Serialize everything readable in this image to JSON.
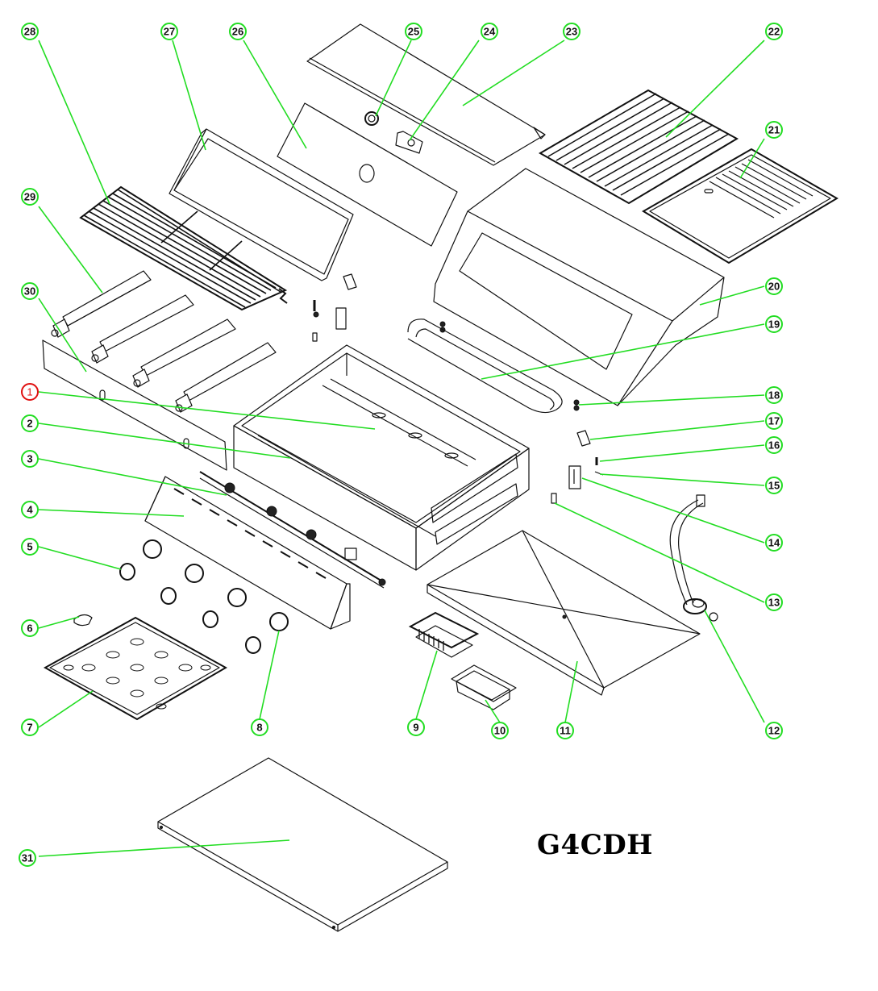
{
  "diagram": {
    "title": "G4CDH",
    "type": "exploded parts diagram",
    "colors": {
      "callout_default": "#22dd22",
      "callout_highlight": "#e01010",
      "linework": "#111111"
    },
    "callouts": [
      {
        "id": "1",
        "label": "1",
        "highlighted": true
      },
      {
        "id": "2",
        "label": "2"
      },
      {
        "id": "3",
        "label": "3"
      },
      {
        "id": "4",
        "label": "4"
      },
      {
        "id": "5",
        "label": "5"
      },
      {
        "id": "6",
        "label": "6"
      },
      {
        "id": "7",
        "label": "7"
      },
      {
        "id": "8",
        "label": "8"
      },
      {
        "id": "9",
        "label": "9"
      },
      {
        "id": "10",
        "label": "10"
      },
      {
        "id": "11",
        "label": "11"
      },
      {
        "id": "12",
        "label": "12"
      },
      {
        "id": "13",
        "label": "13"
      },
      {
        "id": "14",
        "label": "14"
      },
      {
        "id": "15",
        "label": "15"
      },
      {
        "id": "16",
        "label": "16"
      },
      {
        "id": "17",
        "label": "17"
      },
      {
        "id": "18",
        "label": "18"
      },
      {
        "id": "19",
        "label": "19"
      },
      {
        "id": "20",
        "label": "20"
      },
      {
        "id": "21",
        "label": "21"
      },
      {
        "id": "22",
        "label": "22"
      },
      {
        "id": "23",
        "label": "23"
      },
      {
        "id": "24",
        "label": "24"
      },
      {
        "id": "25",
        "label": "25"
      },
      {
        "id": "26",
        "label": "26"
      },
      {
        "id": "27",
        "label": "27"
      },
      {
        "id": "28",
        "label": "28"
      },
      {
        "id": "29",
        "label": "29"
      },
      {
        "id": "30",
        "label": "30"
      },
      {
        "id": "31",
        "label": "31"
      }
    ]
  }
}
